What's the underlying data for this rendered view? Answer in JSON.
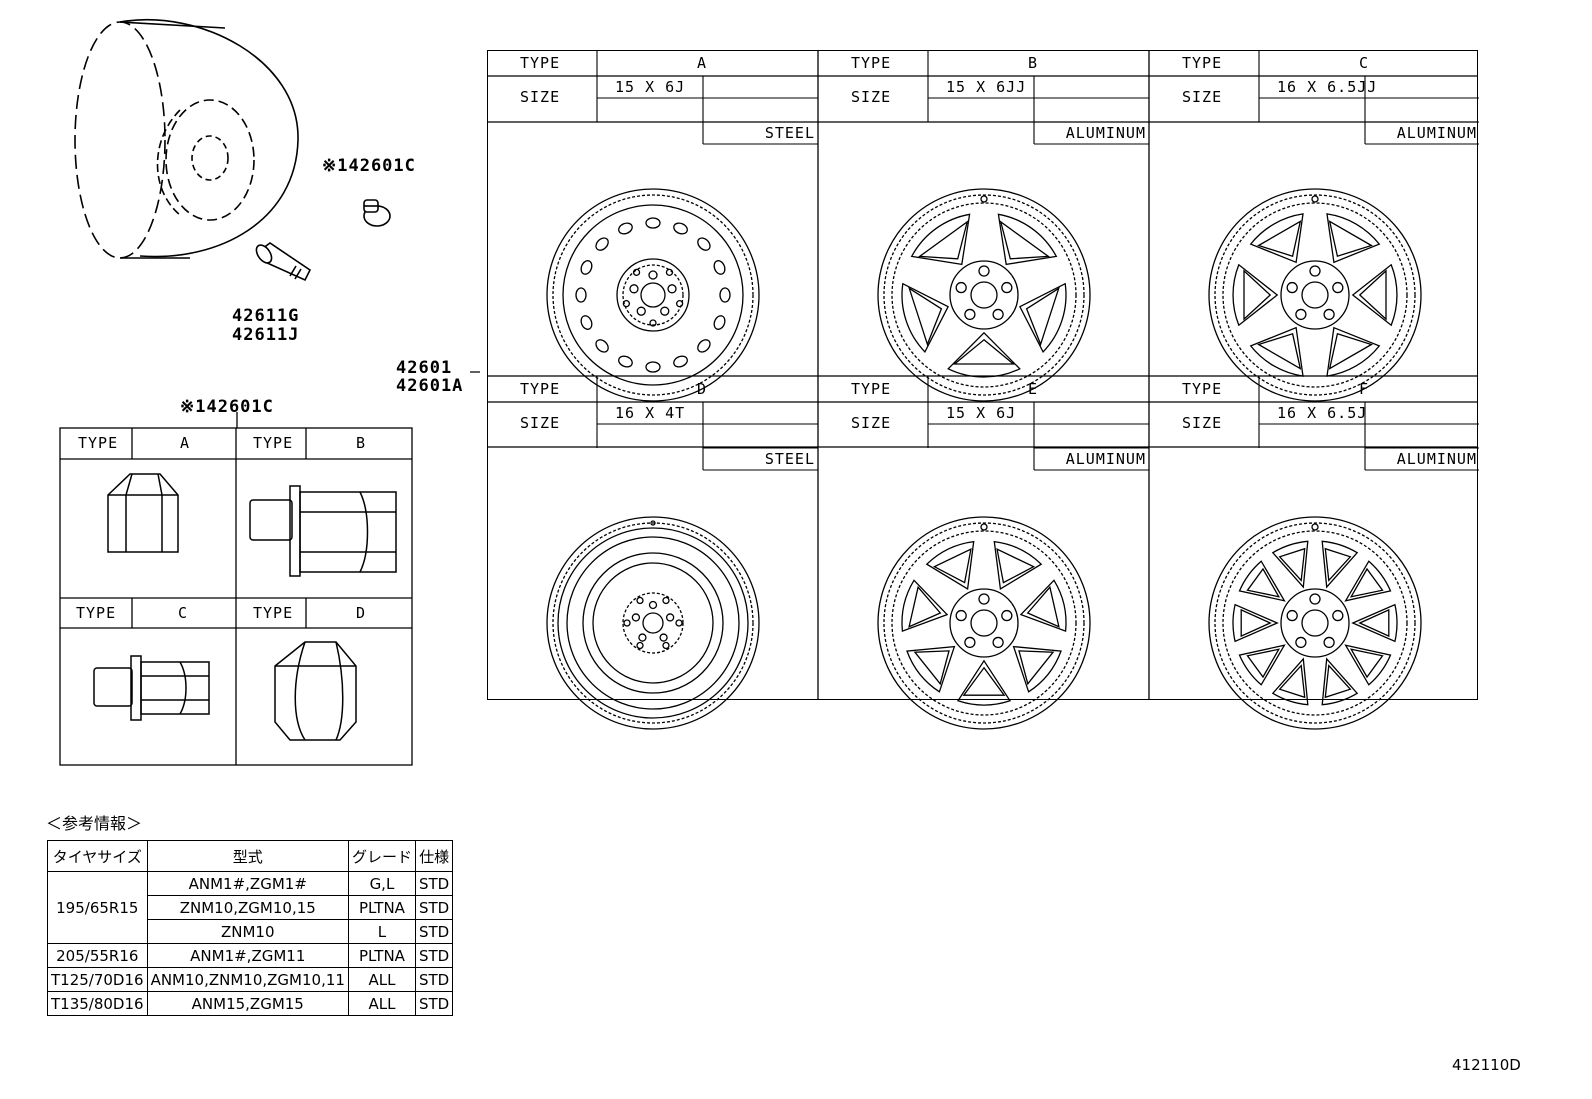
{
  "labels": {
    "type": "TYPE",
    "size": "SIZE"
  },
  "parts": {
    "nut_callout_top": "※142601C",
    "valve_1": "42611G",
    "valve_2": "42611J",
    "wheel_1": "42601",
    "wheel_2": "42601A",
    "nut_callout_table": "※142601C"
  },
  "wheels": [
    {
      "type": "A",
      "size": "15 X 6J",
      "material": "STEEL"
    },
    {
      "type": "B",
      "size": "15 X 6JJ",
      "material": "ALUMINUM"
    },
    {
      "type": "C",
      "size": "16 X 6.5JJ",
      "material": "ALUMINUM"
    },
    {
      "type": "D",
      "size": "16 X 4T",
      "material": "STEEL"
    },
    {
      "type": "E",
      "size": "15 X 6J",
      "material": "ALUMINUM"
    },
    {
      "type": "F",
      "size": "16 X 6.5J",
      "material": "ALUMINUM"
    }
  ],
  "nuts": [
    {
      "type": "A"
    },
    {
      "type": "B"
    },
    {
      "type": "C"
    },
    {
      "type": "D"
    }
  ],
  "reference": {
    "title": "＜参考情報＞",
    "headers": [
      "タイヤサイズ",
      "型式",
      "グレード",
      "仕様"
    ],
    "groups": [
      {
        "tire": "195/65R15",
        "rows": [
          {
            "model": "ANM1#,ZGM1#",
            "grade": "G,L",
            "spec": "STD"
          },
          {
            "model": "ZNM10,ZGM10,15",
            "grade": "PLTNA",
            "spec": "STD"
          },
          {
            "model": "ZNM10",
            "grade": "L",
            "spec": "STD"
          }
        ]
      },
      {
        "tire": "205/55R16",
        "rows": [
          {
            "model": "ANM1#,ZGM11",
            "grade": "PLTNA",
            "spec": "STD"
          }
        ]
      },
      {
        "tire": "T125/70D16",
        "rows": [
          {
            "model": "ANM10,ZNM10,ZGM10,11",
            "grade": "ALL",
            "spec": "STD"
          }
        ]
      },
      {
        "tire": "T135/80D16",
        "rows": [
          {
            "model": "ANM15,ZGM15",
            "grade": "ALL",
            "spec": "STD"
          }
        ]
      }
    ]
  },
  "diagram_code": "412110D"
}
